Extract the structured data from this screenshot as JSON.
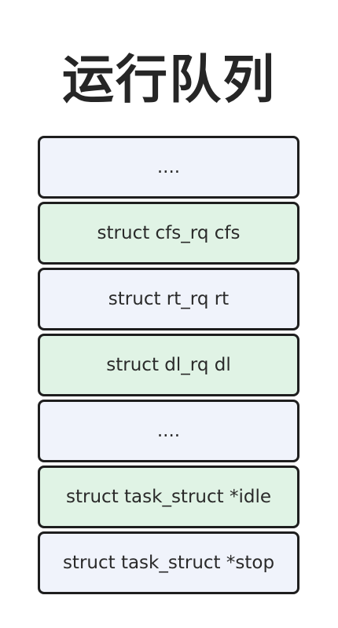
{
  "title": "运行队列",
  "colors": {
    "blue": "#f0f3fb",
    "green": "#e0f3e5",
    "border": "#1e1e1e"
  },
  "fields": [
    {
      "label": "....",
      "color": "blue"
    },
    {
      "label": "struct cfs_rq cfs",
      "color": "green"
    },
    {
      "label": "struct rt_rq rt",
      "color": "blue"
    },
    {
      "label": "struct dl_rq dl",
      "color": "green"
    },
    {
      "label": "....",
      "color": "blue"
    },
    {
      "label": "struct task_struct *idle",
      "color": "green"
    },
    {
      "label": "struct task_struct *stop",
      "color": "blue"
    }
  ]
}
